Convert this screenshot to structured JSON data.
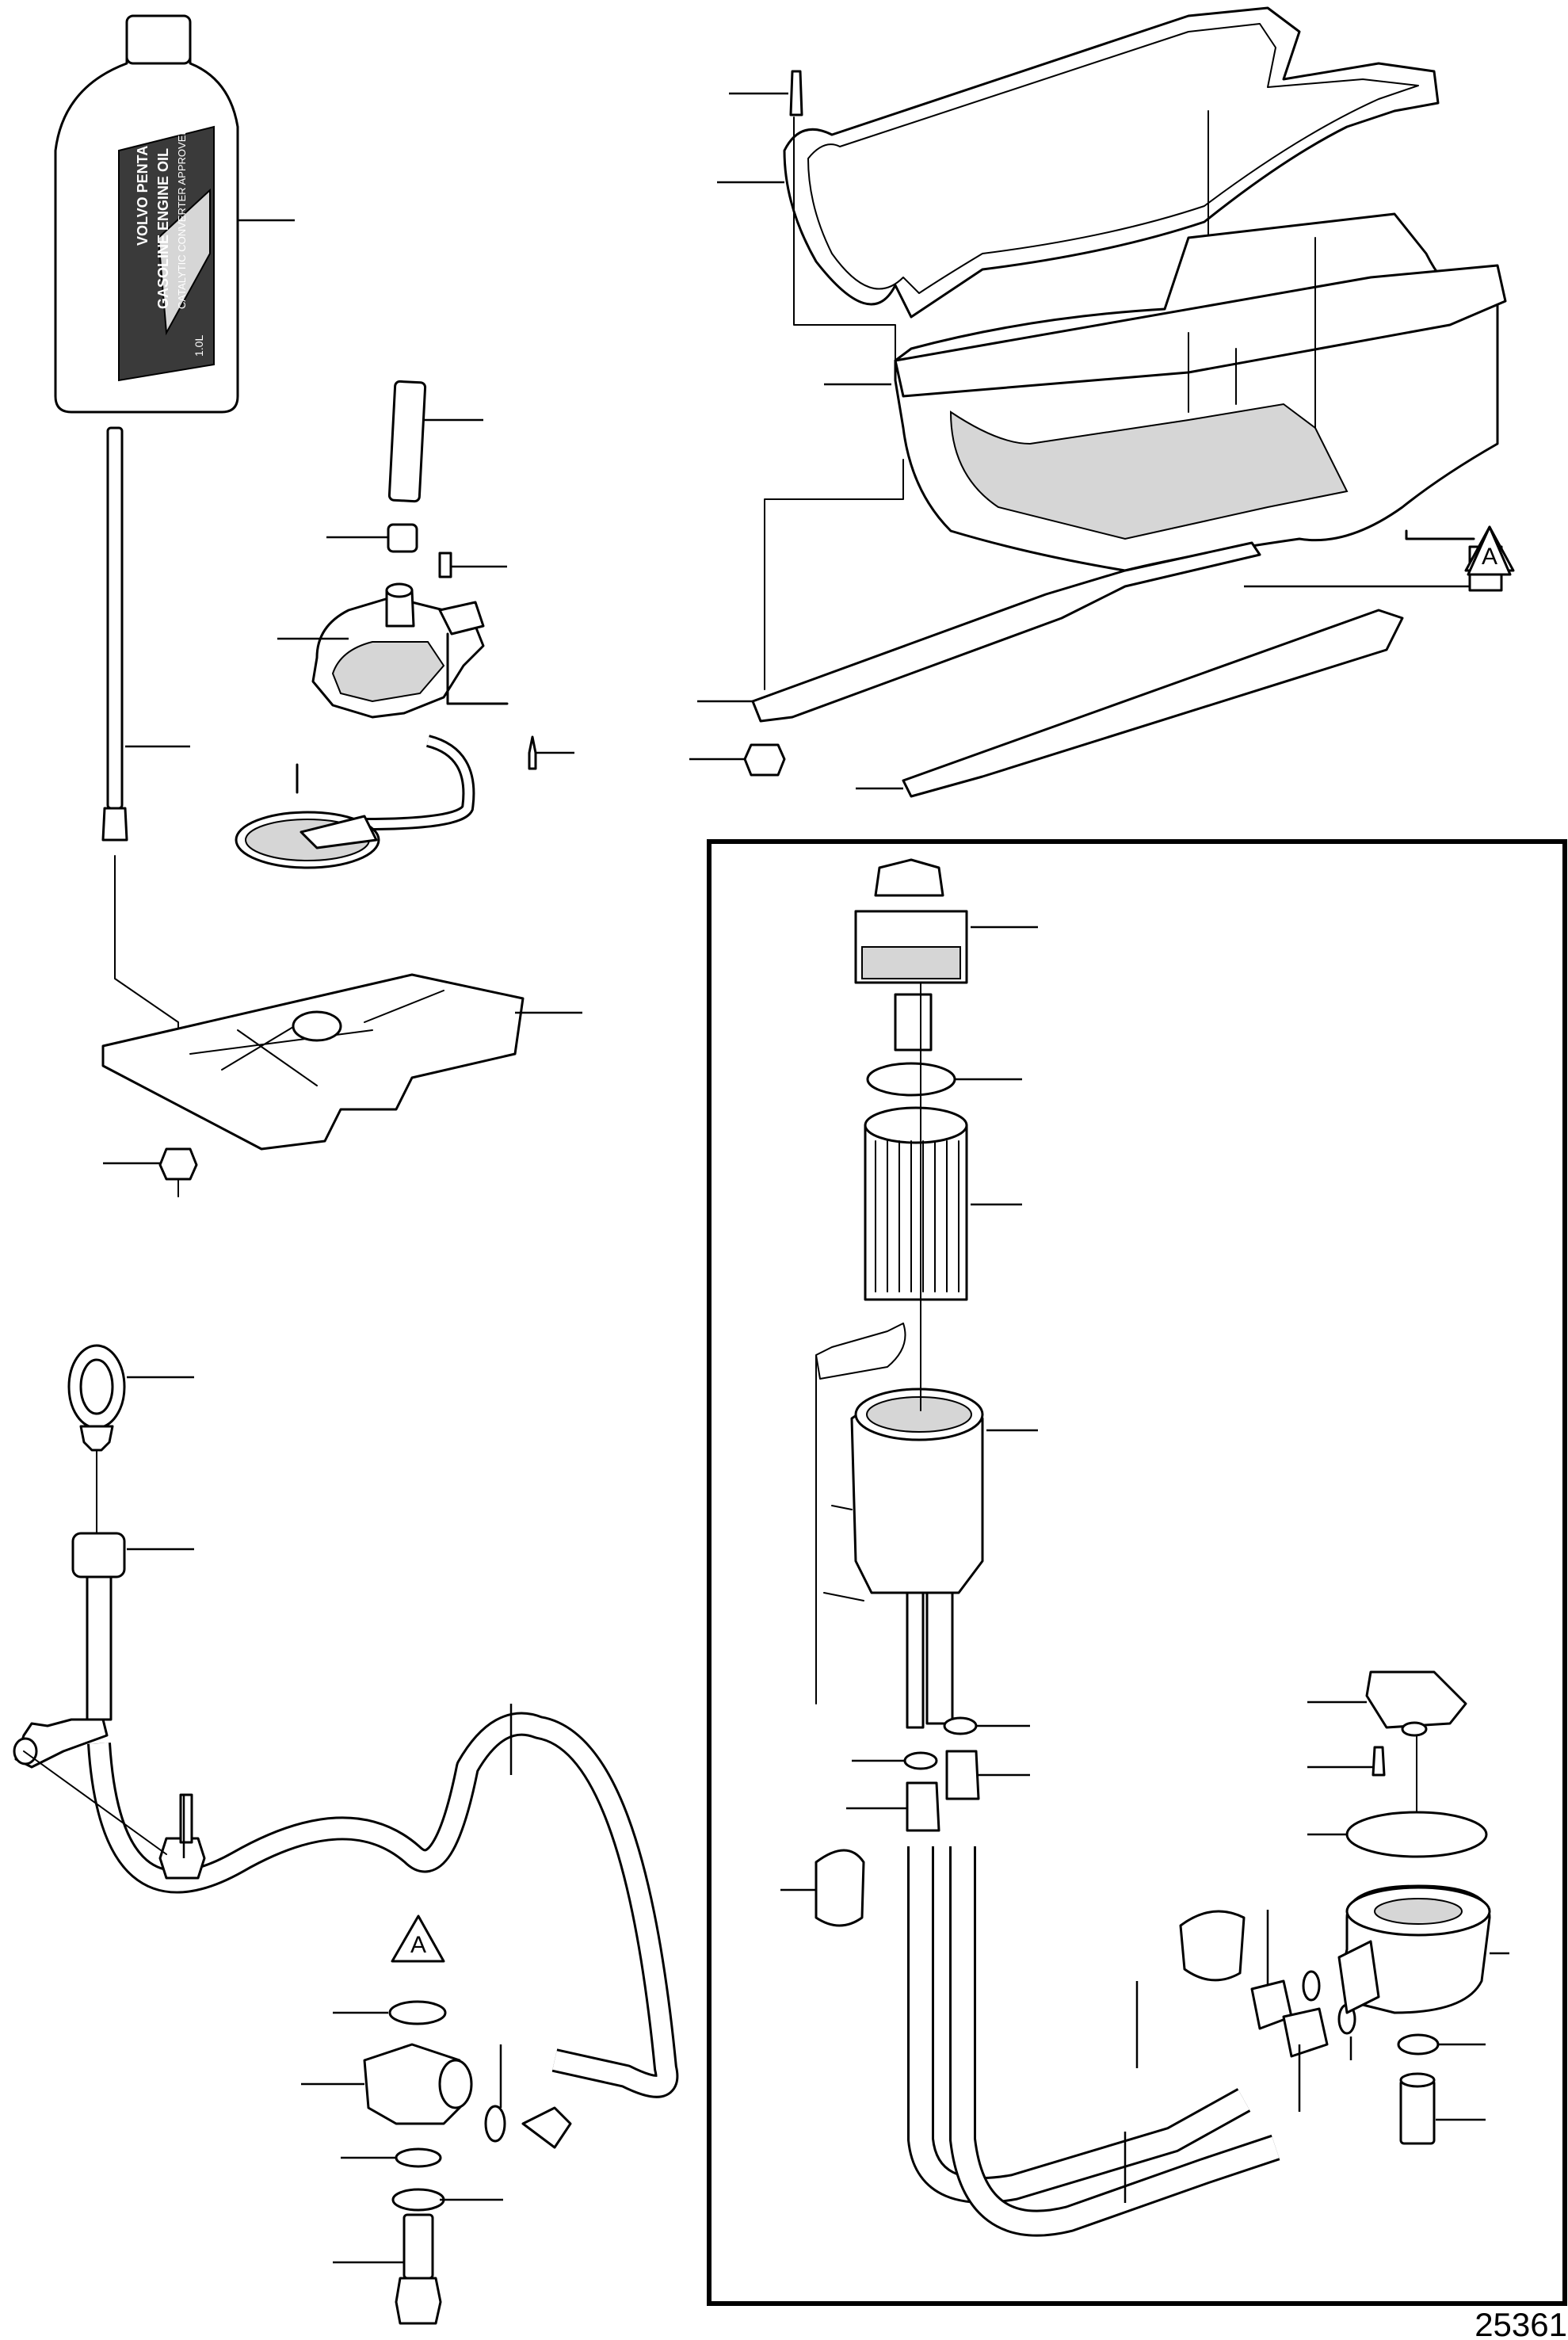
{
  "drawing": {
    "number": "25361",
    "accent": "#000000",
    "background": "#ffffff"
  },
  "bottle": {
    "brand": "VOLVO PENTA",
    "product": "GASOLINE ENGINE OIL",
    "spec": "CATALYTIC CONVERTER APPROVED",
    "volume": "1.0L"
  },
  "markers": {
    "ref_a": "A"
  }
}
